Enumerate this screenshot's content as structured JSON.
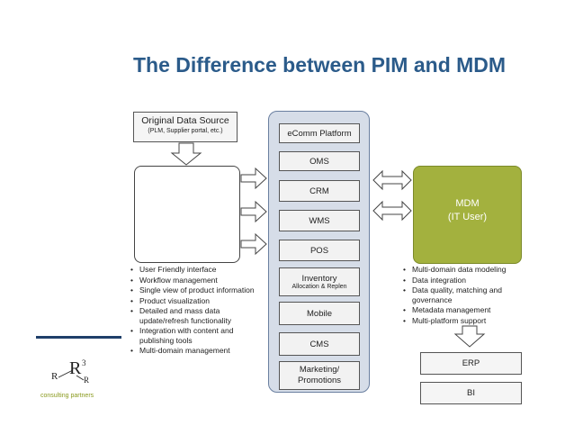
{
  "title": "The Difference between PIM and MDM",
  "source": {
    "title": "Original Data Source",
    "subtitle": "(PLM, Supplier portal, etc.)"
  },
  "column_items": [
    {
      "label": "eComm Platform",
      "sub": ""
    },
    {
      "label": "OMS",
      "sub": ""
    },
    {
      "label": "CRM",
      "sub": ""
    },
    {
      "label": "WMS",
      "sub": ""
    },
    {
      "label": "POS",
      "sub": ""
    },
    {
      "label": "Inventory",
      "sub": "Allocation & Replen"
    },
    {
      "label": "Mobile",
      "sub": ""
    },
    {
      "label": "CMS",
      "sub": ""
    },
    {
      "label": "Marketing/\nPromotions",
      "sub": ""
    }
  ],
  "mdm": {
    "title": "MDM",
    "subtitle": "(IT User)"
  },
  "pim_bullets": [
    "User Friendly interface",
    "Workflow management",
    "Single view of product information",
    "Product visualization",
    "Detailed and mass data update/refresh functionality",
    "Integration with content and publishing tools",
    "Multi-domain management"
  ],
  "mdm_bullets": [
    "Multi-domain data modeling",
    "Data integration",
    "Data quality, matching and governance",
    "Metadata management",
    "Multi-platform support"
  ],
  "outputs": [
    "ERP",
    "BI"
  ],
  "logo": {
    "text": "consulting partners",
    "accent": "#8a9a1e"
  },
  "colors": {
    "title": "#2b5b8a",
    "mdm": "#a3b13e",
    "column": "#d6dde8"
  }
}
